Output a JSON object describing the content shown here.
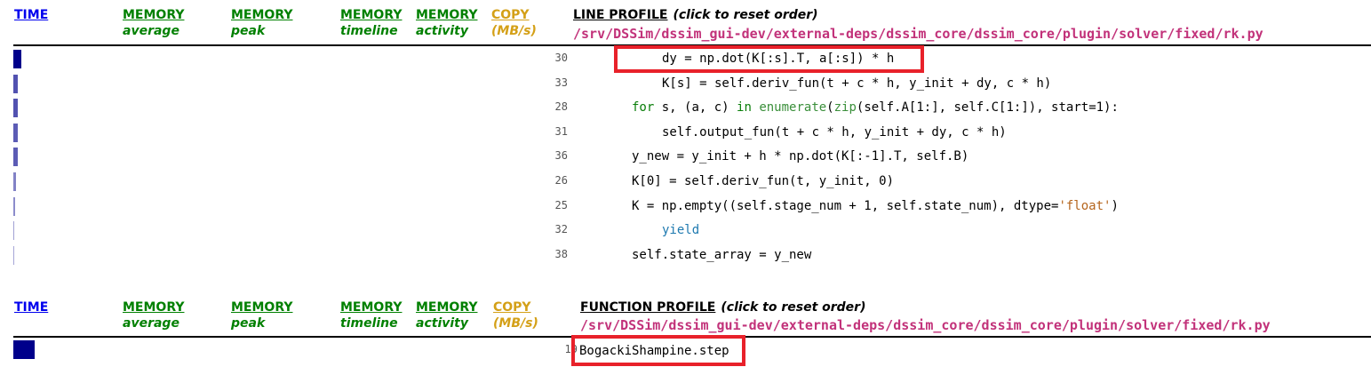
{
  "columns": {
    "time": "TIME",
    "memory": "MEMORY",
    "avg": "average",
    "peak": "peak",
    "timeline": "timeline",
    "activity": "activity",
    "copy": "COPY",
    "mbs": "(MB/s)"
  },
  "line_profile": {
    "title": "LINE PROFILE",
    "note": "(click to reset order)",
    "path": "/srv/DSSim/dssim_gui-dev/external-deps/dssim_core/dssim_core/plugin/solver/fixed/rk.py",
    "rows": [
      {
        "lineno": "30",
        "code": "dy = np.dot(K[:s].T, a[:s]) * h",
        "indent": 2,
        "time": 0.38
      },
      {
        "lineno": "33",
        "code": "K[s] = self.deriv_fun(t + c * h, y_init + dy, c * h)",
        "indent": 2,
        "time": 0.22
      },
      {
        "lineno": "28",
        "code": "for s, (a, c) in enumerate(zip(self.A[1:], self.C[1:]), start=1):",
        "indent": 1,
        "time": 0.22
      },
      {
        "lineno": "31",
        "code": "self.output_fun(t + c * h, y_init + dy, c * h)",
        "indent": 2,
        "time": 0.2
      },
      {
        "lineno": "36",
        "code": "y_new = y_init + h * np.dot(K[:-1].T, self.B)",
        "indent": 1,
        "time": 0.2
      },
      {
        "lineno": "26",
        "code": "K[0] = self.deriv_fun(t, y_init, 0)",
        "indent": 1,
        "time": 0.12
      },
      {
        "lineno": "25",
        "code": "K = np.empty((self.stage_num + 1, self.state_num), dtype='float')",
        "indent": 1,
        "time": 0.1
      },
      {
        "lineno": "32",
        "code": "yield",
        "indent": 2,
        "time": 0.06
      },
      {
        "lineno": "38",
        "code": "self.state_array = y_new",
        "indent": 1,
        "time": 0.05
      }
    ]
  },
  "function_profile": {
    "title": "FUNCTION PROFILE",
    "note": "(click to reset order)",
    "path": "/srv/DSSim/dssim_gui-dev/external-deps/dssim_core/dssim_core/plugin/solver/fixed/rk.py",
    "rows": [
      {
        "lineno": "19",
        "code": "BogackiShampine.step",
        "time": 1.0
      }
    ]
  },
  "colors": {
    "bar": "#00008b",
    "highlight": "#e8212a",
    "path": "#c2327a"
  }
}
